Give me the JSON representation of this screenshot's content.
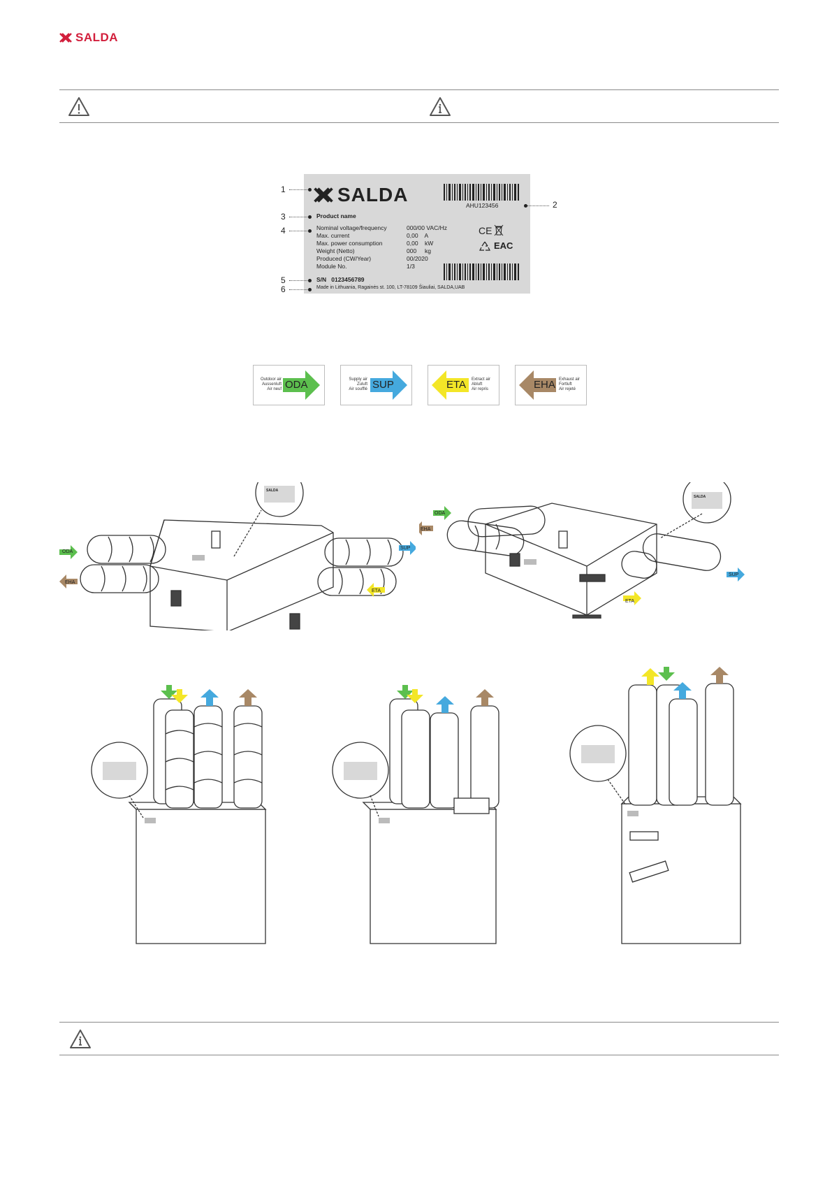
{
  "brand": {
    "name": "SALDA",
    "color": "#d21f3c"
  },
  "icons": [
    "warning-triangle-icon",
    "info-triangle-icon"
  ],
  "label_plate": {
    "logo_text": "SALDA",
    "barcode_code": "AHU123456",
    "product_name": "Product name",
    "specs": [
      {
        "label": "Nominal voltage/frequency",
        "value": "000/00 VAC/Hz"
      },
      {
        "label": "Max. current",
        "value": "0,00    A"
      },
      {
        "label": "Max. power consumption",
        "value": "0,00    kW"
      },
      {
        "label": "Weight (Netto)",
        "value": "000     kg"
      },
      {
        "label": "Produced (CW/Year)",
        "value": "00/2020"
      },
      {
        "label": "Module No.",
        "value": "1/3"
      }
    ],
    "serial": "S/N   0123456789",
    "made_in": "Made in Lithuania, Ragainės st. 100, LT-78109 Šiauliai, SALDA,UAB",
    "marks": {
      "ce": "CE",
      "eac": "EAC"
    },
    "callouts": [
      "1",
      "2",
      "3",
      "4",
      "5",
      "6"
    ]
  },
  "air_tags": [
    {
      "code": "ODA",
      "lines": [
        "Outdoor air",
        "Aussenluft",
        "Air neuf"
      ],
      "color": "#5cbf4e",
      "dir": "right"
    },
    {
      "code": "SUP",
      "lines": [
        "Supply air",
        "Zuluft",
        "Air soufflé"
      ],
      "color": "#45a9de",
      "dir": "right"
    },
    {
      "code": "ETA",
      "lines": [
        "Extract air",
        "Abluft",
        "Air repris"
      ],
      "color": "#f3e627",
      "dir": "left"
    },
    {
      "code": "EHA",
      "lines": [
        "Exhaust air",
        "Fortluft",
        "Air rejeté"
      ],
      "color": "#a88866",
      "dir": "left"
    }
  ],
  "diagram_labels": {
    "oda": "ODA",
    "sup": "SUP",
    "eta": "ETA",
    "eha": "EHA",
    "mini_logo": "SALDA"
  }
}
